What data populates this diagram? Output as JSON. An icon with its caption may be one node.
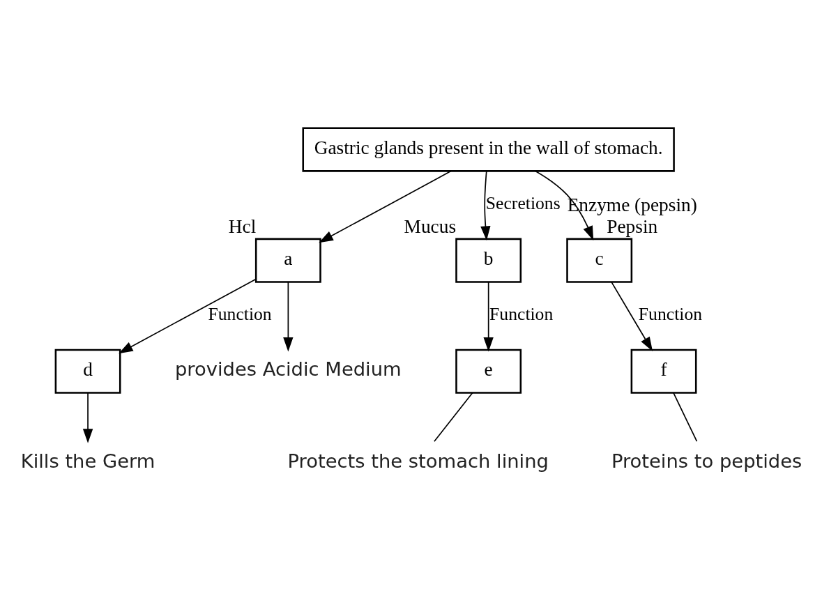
{
  "diagram": {
    "nodes": [
      {
        "text": [
          "Gastric glands present in the wall of stomach."
        ]
      },
      {
        "text": [
          "a"
        ],
        "beside": [
          "Hcl"
        ]
      },
      {
        "text": [
          "b"
        ],
        "beside": [
          "Mucus"
        ]
      },
      {
        "text": [
          "c"
        ],
        "beside": [
          "Enzyme (pepsin)",
          "Pepsin"
        ]
      },
      {
        "text": [
          "d"
        ]
      },
      {
        "text": [
          "e"
        ]
      },
      {
        "text": [
          "f"
        ]
      },
      {
        "text": [
          "Kills the Germ"
        ]
      },
      {
        "text": [
          "provides Acidic Medium"
        ]
      },
      {
        "text": [
          "Protects the stomach lining"
        ]
      },
      {
        "text": [
          "Proteins to peptides"
        ]
      }
    ],
    "edges": [
      {
        "from": 0,
        "to": 1,
        "arrow": "to"
      },
      {
        "from": 0,
        "to": 2,
        "arrow": "to",
        "label": "Secretions"
      },
      {
        "from": 0,
        "to": 3,
        "arrow": "to"
      },
      {
        "from": 1,
        "to": 4,
        "arrow": "to",
        "label": "Function"
      },
      {
        "from": 2,
        "to": 5,
        "arrow": "to",
        "label": "Function"
      },
      {
        "from": 3,
        "to": 6,
        "arrow": "to",
        "label": "Function"
      },
      {
        "from": 4,
        "to": 7,
        "arrow": "to"
      },
      {
        "from": 1,
        "to": 8,
        "arrow": "to"
      },
      {
        "from": 5,
        "to": 9,
        "arrow": "none"
      },
      {
        "from": 6,
        "to": 10,
        "arrow": "none"
      }
    ]
  }
}
